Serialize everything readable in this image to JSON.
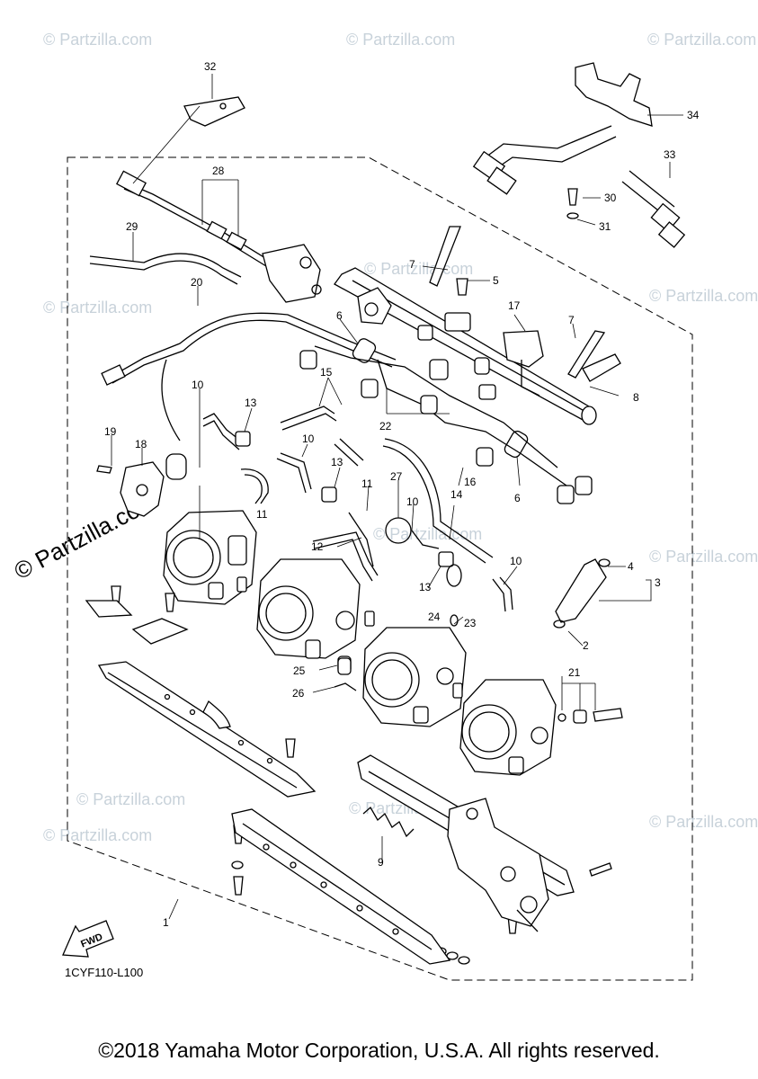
{
  "watermarks": {
    "small": "© Partzilla.com",
    "large": "© Partzilla.com"
  },
  "diagram_code": "1CYF110-L100",
  "fwd_label": "FWD",
  "callouts": [
    "32",
    "28",
    "29",
    "20",
    "34",
    "33",
    "30",
    "31",
    "7",
    "5",
    "17",
    "7",
    "6",
    "15",
    "22",
    "8",
    "10",
    "13",
    "19",
    "18",
    "10",
    "11",
    "13",
    "11",
    "16",
    "6",
    "27",
    "10",
    "14",
    "12",
    "13",
    "24",
    "23",
    "10",
    "4",
    "3",
    "2",
    "25",
    "26",
    "21",
    "9",
    "1"
  ],
  "copyright": "©2018 Yamaha Motor Corporation, U.S.A. All rights reserved."
}
